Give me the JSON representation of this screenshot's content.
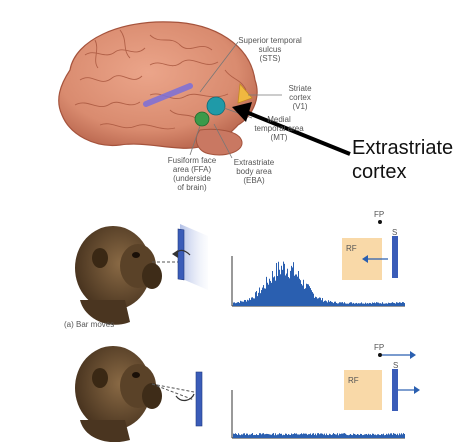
{
  "brain": {
    "labels": {
      "sts": [
        "Superior temporal",
        "sulcus",
        "(STS)"
      ],
      "striate": [
        "Striate",
        "cortex",
        "(V1)"
      ],
      "mt": [
        "Medial",
        "temporal area",
        "(MT)"
      ],
      "ffa": [
        "Fusiform face",
        "area (FFA)",
        "(underside",
        "of brain)"
      ],
      "eba": [
        "Extrastriate",
        "body area",
        "(EBA)"
      ]
    },
    "callout": [
      "Extrastriate",
      "cortex"
    ]
  },
  "experiment": {
    "panel_a_caption": "(a) Bar moves",
    "fp_label": "FP",
    "rf_label": "RF",
    "s_label": "S"
  },
  "colors": {
    "brain": "#d98b6f",
    "sts": "#7b6fd9",
    "mt": "#1f9aa8",
    "eba": "#3c9a4a",
    "v1": "#f0b840",
    "rf_box": "#f9d9a8",
    "stimulus": "#3a5cb8",
    "histogram": "#2a5fb0"
  }
}
